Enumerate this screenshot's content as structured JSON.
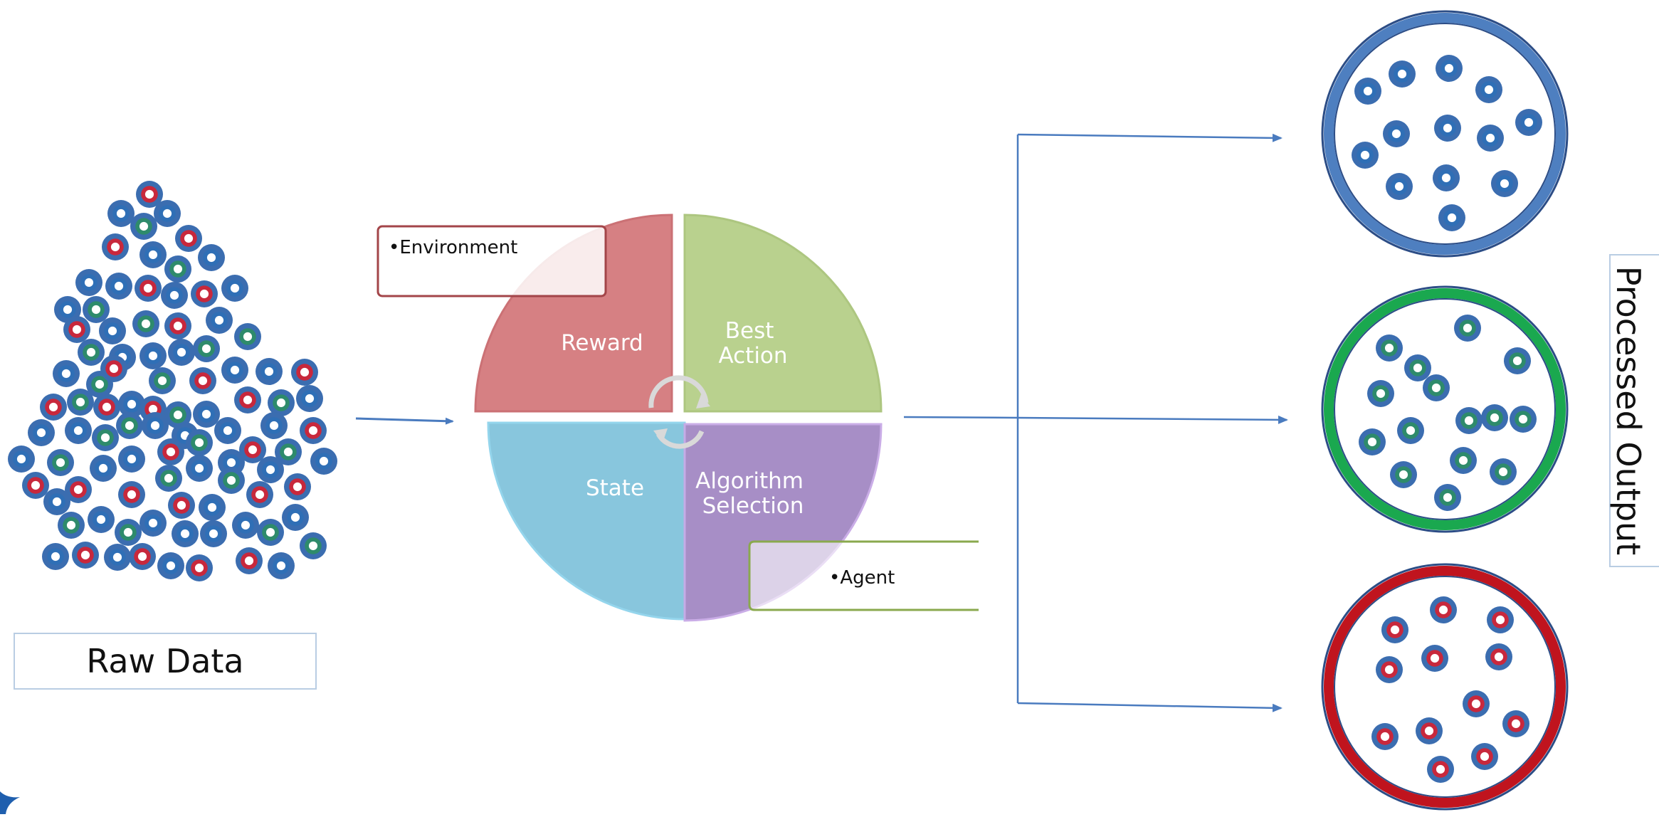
{
  "raw_data": {
    "label": "Raw Data",
    "particle_colors": {
      "blue": "#2f6fb6",
      "green": "#2e8b6b",
      "red": "#c8283c"
    }
  },
  "cycle": {
    "quadrants": [
      {
        "id": "reward",
        "label_lines": [
          "Reward"
        ],
        "color": "#d47a7d"
      },
      {
        "id": "best-action",
        "label_lines": [
          "Best",
          "Action"
        ],
        "color": "#b6cf88"
      },
      {
        "id": "state",
        "label_lines": [
          "State"
        ],
        "color": "#82c3dc"
      },
      {
        "id": "algorithm-selection",
        "label_lines": [
          "Algorithm",
          "Selection"
        ],
        "color": "#a389c3"
      }
    ],
    "callouts": {
      "environment": "•Environment",
      "agent": "•Agent"
    }
  },
  "output": {
    "label": "Processed Output",
    "clusters": [
      {
        "id": "blue",
        "ring_color": "#4e7fc0",
        "particle_color": "#2f6fb6"
      },
      {
        "id": "green",
        "ring_color": "#1aa84f",
        "particle_color": "#2e8b6b"
      },
      {
        "id": "red",
        "ring_color": "#c0141e",
        "particle_color": "#c8283c"
      }
    ]
  }
}
